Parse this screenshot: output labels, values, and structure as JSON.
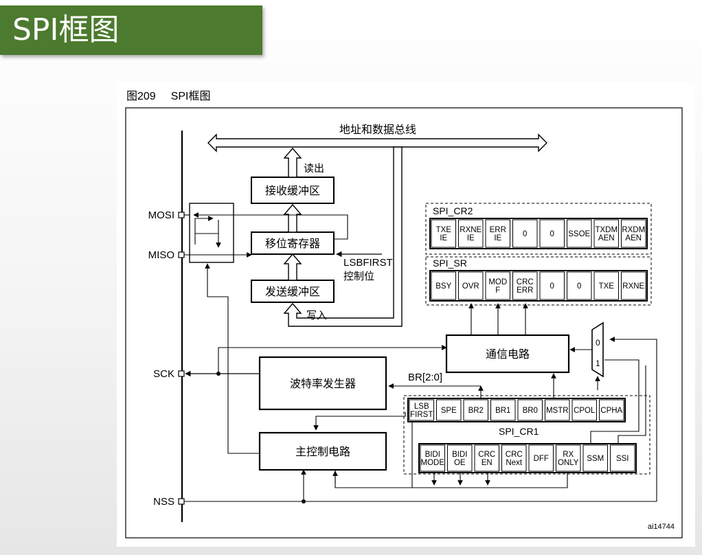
{
  "slide": {
    "title": "SPI框图"
  },
  "figure": {
    "number": "图209",
    "title": "SPI框图",
    "id": "ai14744"
  },
  "bus": {
    "label": "地址和数据总线"
  },
  "pins": {
    "mosi": "MOSI",
    "miso": "MISO",
    "sck": "SCK",
    "nss": "NSS"
  },
  "blocks": {
    "rx_buffer": "接收缓冲区",
    "shift_register": "移位寄存器",
    "tx_buffer": "发送缓冲区",
    "comm_circuit": "通信电路",
    "baud_generator": "波特率发生器",
    "master_control": "主控制电路"
  },
  "labels": {
    "read": "读出",
    "write": "写入",
    "lsbfirst": "LSBFIRST",
    "control_bit": "控制位",
    "br_field": "BR[2:0]",
    "mux_0": "0",
    "mux_1": "1"
  },
  "registers": {
    "cr2": {
      "name": "SPI_CR2",
      "bits": [
        "TXE\nIE",
        "RXNE\nIE",
        "ERR\nIE",
        "0",
        "0",
        "SSOE",
        "TXDM\nAEN",
        "RXDM\nAEN"
      ]
    },
    "sr": {
      "name": "SPI_SR",
      "bits": [
        "BSY",
        "OVR",
        "MOD\nF",
        "CRC\nERR",
        "0",
        "0",
        "TXE",
        "RXNE"
      ]
    },
    "cr1": {
      "name": "SPI_CR1",
      "row1": [
        "LSB\nFIRST",
        "SPE",
        "BR2",
        "BR1",
        "BR0",
        "MSTR",
        "CPOL",
        "CPHA"
      ],
      "row2": [
        "BIDI\nMODE",
        "BIDI\nOE",
        "CRC\nEN",
        "CRC\nNext",
        "DFF",
        "RX\nONLY",
        "SSM",
        "SSI"
      ]
    }
  }
}
